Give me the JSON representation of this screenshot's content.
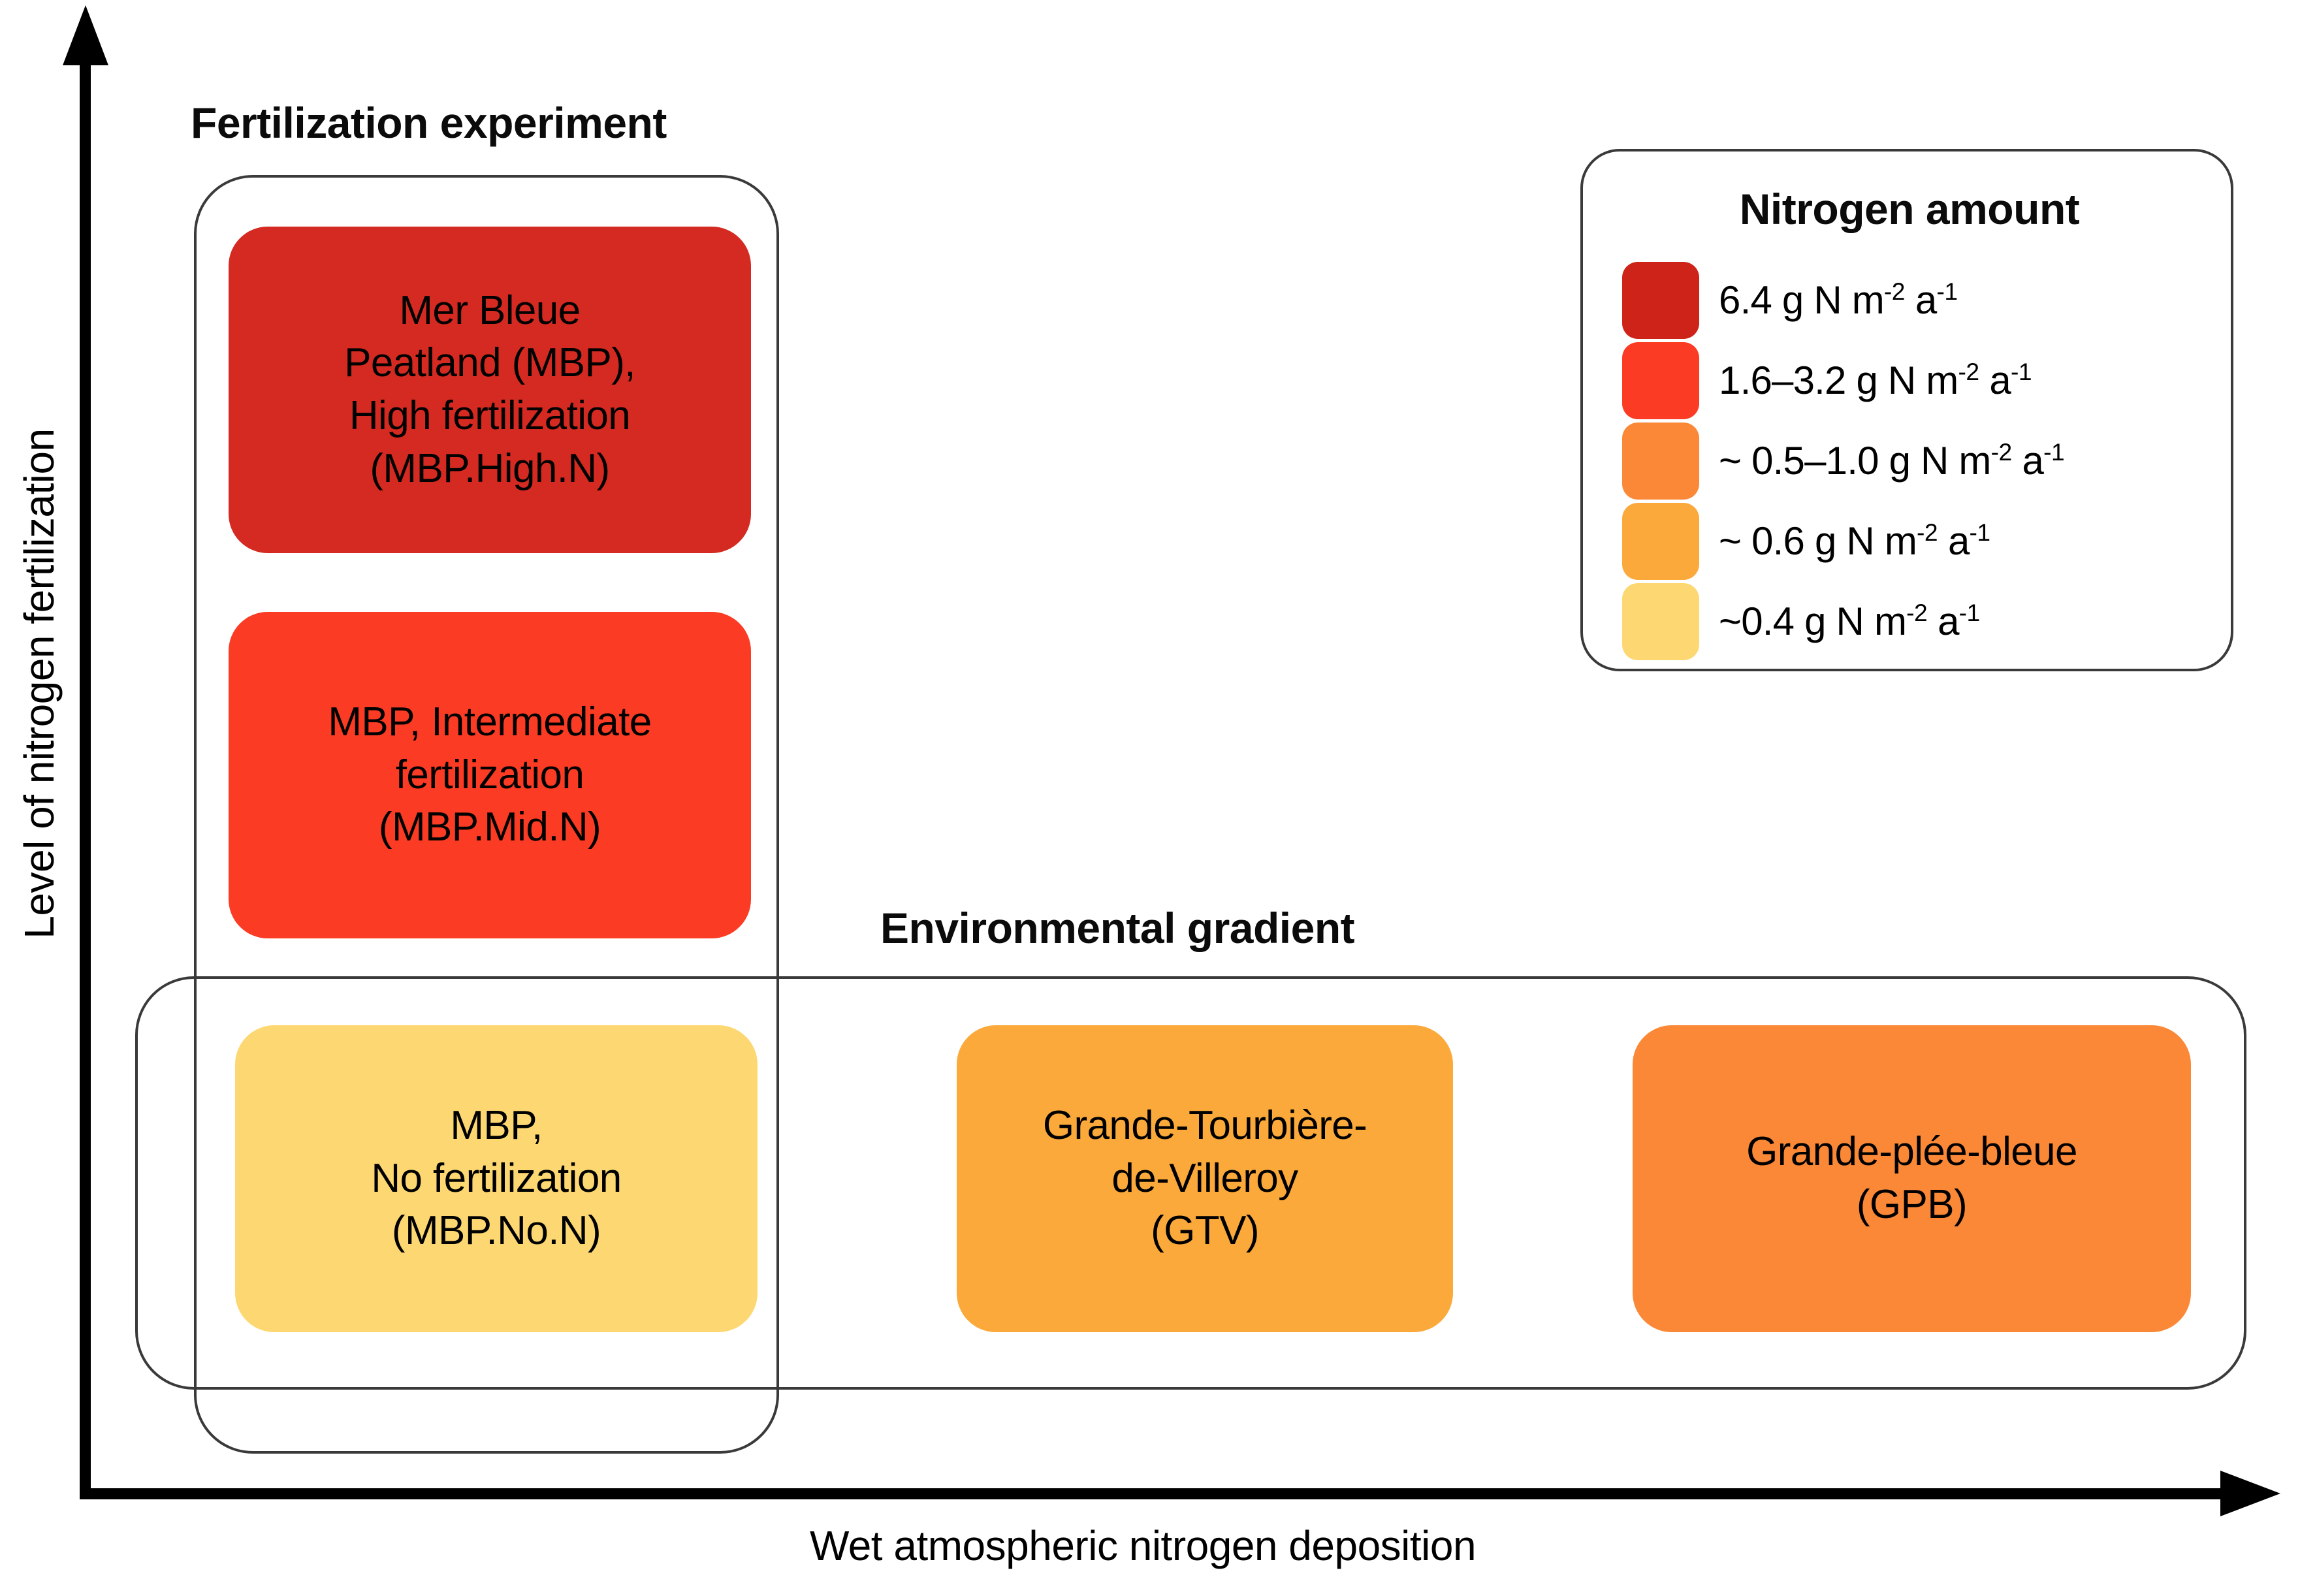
{
  "axes": {
    "y_title": "Level of nitrogen fertilization",
    "x_title": "Wet atmospheric nitrogen deposition"
  },
  "groups": {
    "fertilization": {
      "heading": "Fertilization experiment"
    },
    "environmental": {
      "heading": "Environmental gradient"
    }
  },
  "sites": [
    {
      "id": "mbp-high",
      "name": "Mer Bleue Peatland (MBP), High fertilization (MBP.High.N)",
      "lines": [
        "Mer Bleue",
        "Peatland (MBP),",
        "High fertilization",
        "(MBP.High.N)"
      ],
      "color": "#d42a21",
      "group": "fertilization",
      "nitrogen_level": "6.4 g N m-2 a-1"
    },
    {
      "id": "mbp-mid",
      "name": "MBP, Intermediate fertilization (MBP.Mid.N)",
      "lines": [
        "MBP, Intermediate",
        "fertilization",
        "(MBP.Mid.N)"
      ],
      "color": "#fb3b23",
      "group": "fertilization",
      "nitrogen_level": "1.6-3.2 g N m-2 a-1"
    },
    {
      "id": "mbp-no",
      "name": "MBP, No fertilization (MBP.No.N)",
      "lines": [
        "MBP,",
        "No fertilization",
        "(MBP.No.N)"
      ],
      "color": "#fdd771",
      "group": "both",
      "nitrogen_level": "~0.4 g N m-2 a-1"
    },
    {
      "id": "gtv",
      "name": "Grande-Tourbiere-de-Villeroy (GTV)",
      "lines": [
        "Grande-Tourbière-",
        "de-Villeroy",
        "(GTV)"
      ],
      "color": "#fba93a",
      "group": "environmental",
      "nitrogen_level": "~ 0.6 g N m-2 a-1"
    },
    {
      "id": "gpb",
      "name": "Grande-plee-bleue (GPB)",
      "lines": [
        "Grande-plée-bleue",
        "(GPB)"
      ],
      "color": "#fb8836",
      "group": "environmental",
      "nitrogen_level": "~ 0.5-1.0 g N m-2 a-1"
    }
  ],
  "legend": {
    "title": "Nitrogen amount",
    "items": [
      {
        "color": "#cd2318",
        "prefix": "6.4 g N m",
        "sup1": "-2",
        "mid": " a",
        "sup2": "-1"
      },
      {
        "color": "#fb3b23",
        "prefix": " 1.6–3.2 g N m",
        "sup1": "-2",
        "mid": " a",
        "sup2": "-1"
      },
      {
        "color": "#fb8836",
        "prefix": "~ 0.5–1.0 g N m",
        "sup1": "-2",
        "mid": " a",
        "sup2": "-1"
      },
      {
        "color": "#fba93a",
        "prefix": "~ 0.6 g N m",
        "sup1": "-2",
        "mid": " a",
        "sup2": "-1"
      },
      {
        "color": "#fdd771",
        "prefix": "~0.4 g N m",
        "sup1": "-2",
        "mid": " a",
        "sup2": "-1"
      }
    ]
  }
}
